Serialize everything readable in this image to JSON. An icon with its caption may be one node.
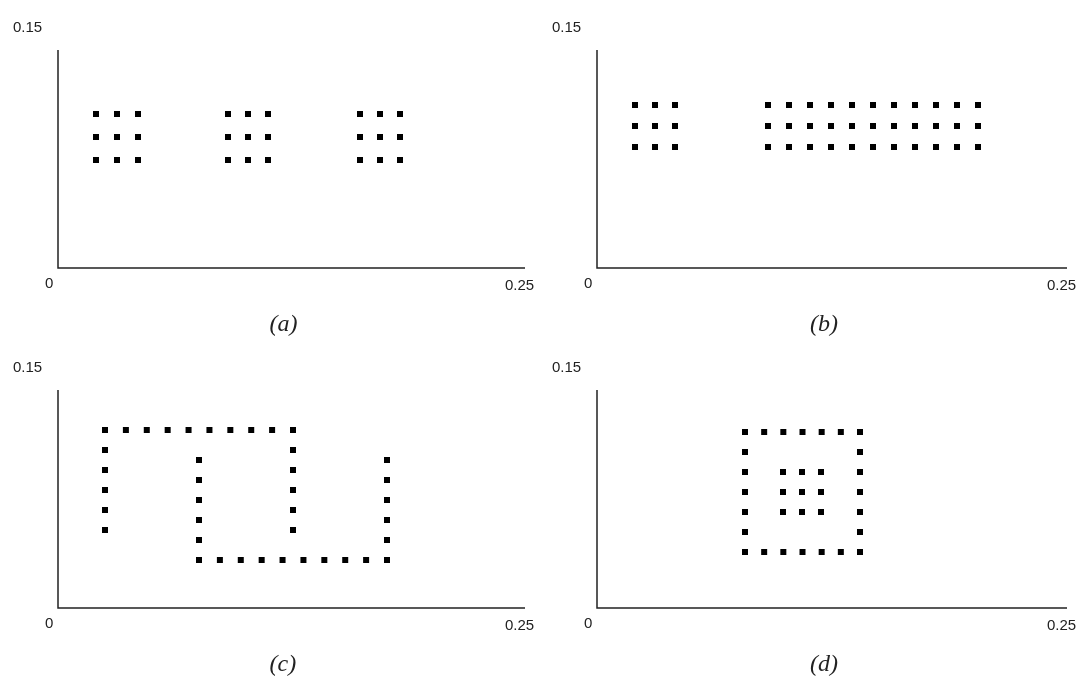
{
  "diagram": {
    "labels": [
      "0.15",
      "0",
      "0.25",
      "(a)",
      "0.15",
      "0",
      "0.25",
      "(b)",
      "0.15",
      "0",
      "0.25",
      "(c)",
      "0.15",
      "0",
      "0.25",
      "(d)"
    ]
  }
}
